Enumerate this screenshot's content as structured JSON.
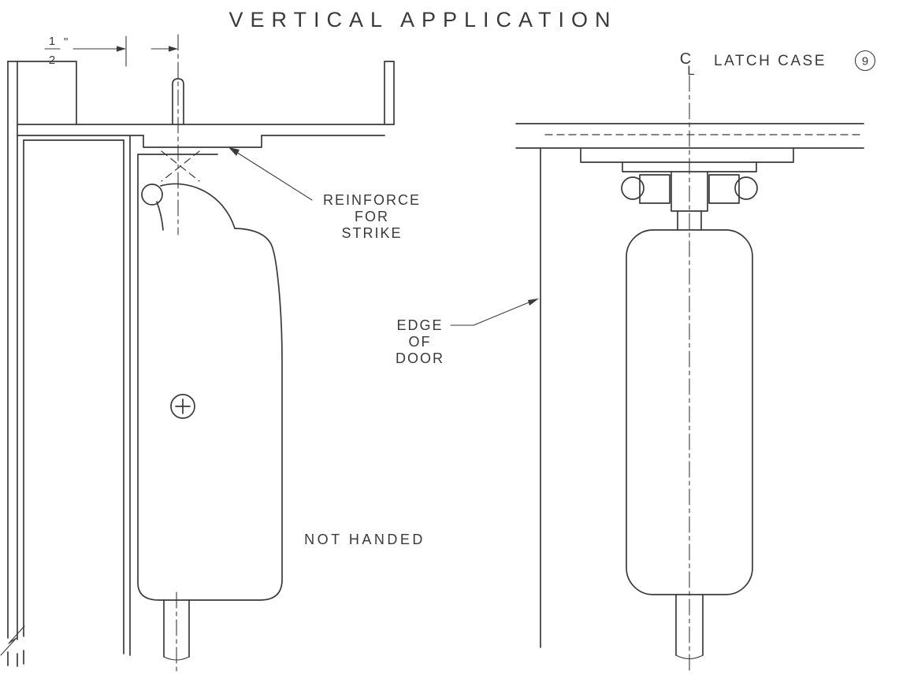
{
  "title": "VERTICAL APPLICATION",
  "dimension": {
    "numerator": "1",
    "denominator": "2",
    "unit": "\""
  },
  "callouts": {
    "reinforce_for_strike": [
      "REINFORCE",
      "FOR",
      "STRIKE"
    ],
    "edge_of_door": [
      "EDGE",
      "OF",
      "DOOR"
    ],
    "not_handed": "NOT HANDED",
    "latch_case": {
      "centerline_c": "C",
      "centerline_l": "L",
      "label": "LATCH CASE",
      "detail_number": "9"
    }
  },
  "colors": {
    "line": "#3a3a3a",
    "background": "#ffffff"
  }
}
